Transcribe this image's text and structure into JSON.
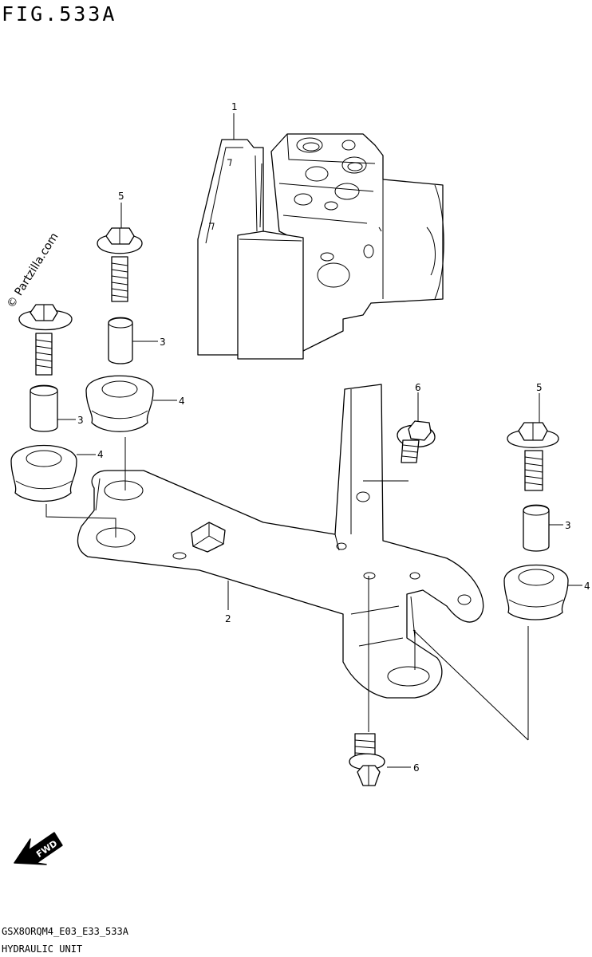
{
  "figure": {
    "title": "FIG.533A",
    "watermark": "© Partzilla.com",
    "code": "GSX8ORQM4_E03_E33_533A",
    "name": "HYDRAULIC UNIT"
  },
  "callouts": [
    {
      "id": "c1",
      "label": "1"
    },
    {
      "id": "c2",
      "label": "2"
    },
    {
      "id": "c3a",
      "label": "3"
    },
    {
      "id": "c3b",
      "label": "3"
    },
    {
      "id": "c3c",
      "label": "3"
    },
    {
      "id": "c4a",
      "label": "4"
    },
    {
      "id": "c4b",
      "label": "4"
    },
    {
      "id": "c4c",
      "label": "4"
    },
    {
      "id": "c5a",
      "label": "5"
    },
    {
      "id": "c5b",
      "label": "5"
    },
    {
      "id": "c6a",
      "label": "6"
    },
    {
      "id": "c6b",
      "label": "6"
    }
  ],
  "fwd": {
    "label": "FWD"
  }
}
